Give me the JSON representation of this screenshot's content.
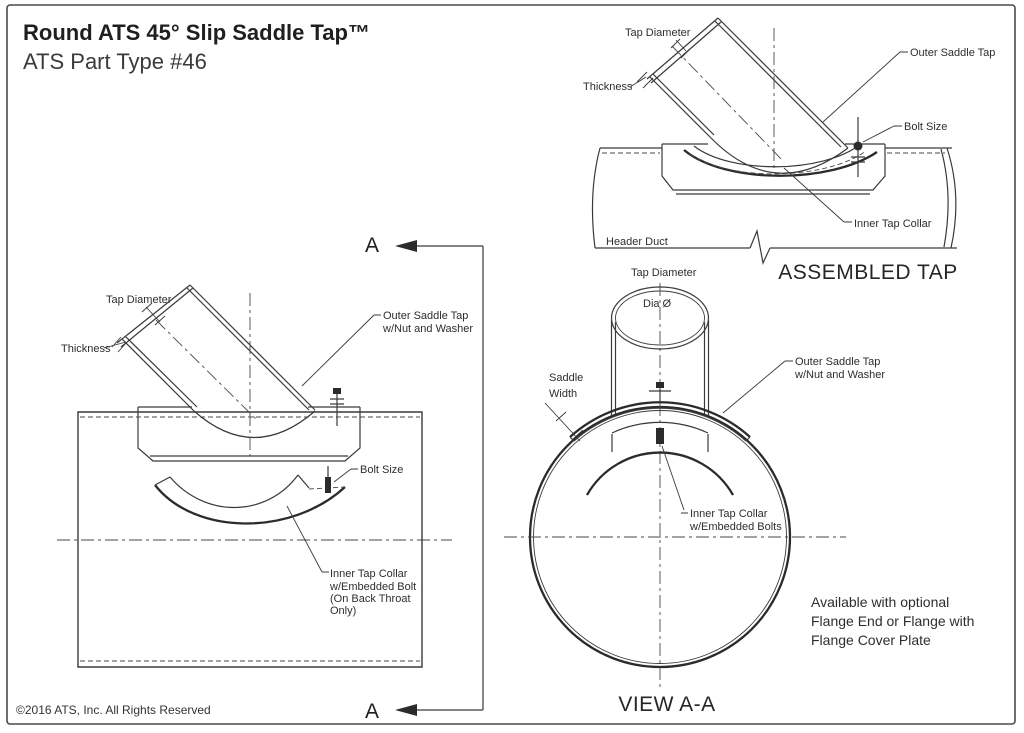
{
  "page": {
    "title": "Round ATS 45° Slip Saddle Tap™",
    "subtitle": "ATS Part Type #46",
    "copyright": "©2016 ATS, Inc. All Rights Reserved"
  },
  "colors": {
    "line": "#3a3a3a",
    "text": "#2e2e2e",
    "border": "#4a4a4a"
  },
  "assembled_view": {
    "caption": "ASSEMBLED TAP",
    "labels": {
      "tap_diameter": "Tap Diameter",
      "thickness": "Thickness",
      "outer_saddle_tap": "Outer Saddle Tap",
      "bolt_size": "Bolt Size",
      "inner_tap_collar": "Inner Tap Collar",
      "header_duct": "Header Duct"
    }
  },
  "side_view": {
    "section_letter": "A",
    "labels": {
      "tap_diameter": "Tap Diameter",
      "thickness": "Thickness",
      "outer_saddle_tap": [
        "Outer Saddle Tap",
        "w/Nut and Washer"
      ],
      "bolt_size": "Bolt Size",
      "inner_tap_collar": [
        "Inner Tap Collar",
        "w/Embedded Bolt",
        "(On Back Throat",
        "Only)"
      ]
    }
  },
  "section_view": {
    "caption": "VIEW A-A",
    "labels": {
      "tap_diameter": "Tap Diameter",
      "dia": "Dia Ø",
      "saddle_width": [
        "Saddle",
        "Width"
      ],
      "outer_saddle_tap": [
        "Outer Saddle Tap",
        "w/Nut and Washer"
      ],
      "inner_tap_collar": [
        "Inner Tap Collar",
        "w/Embedded Bolts"
      ]
    },
    "note": [
      "Available with optional",
      "Flange End or Flange with",
      "Flange Cover Plate"
    ]
  }
}
